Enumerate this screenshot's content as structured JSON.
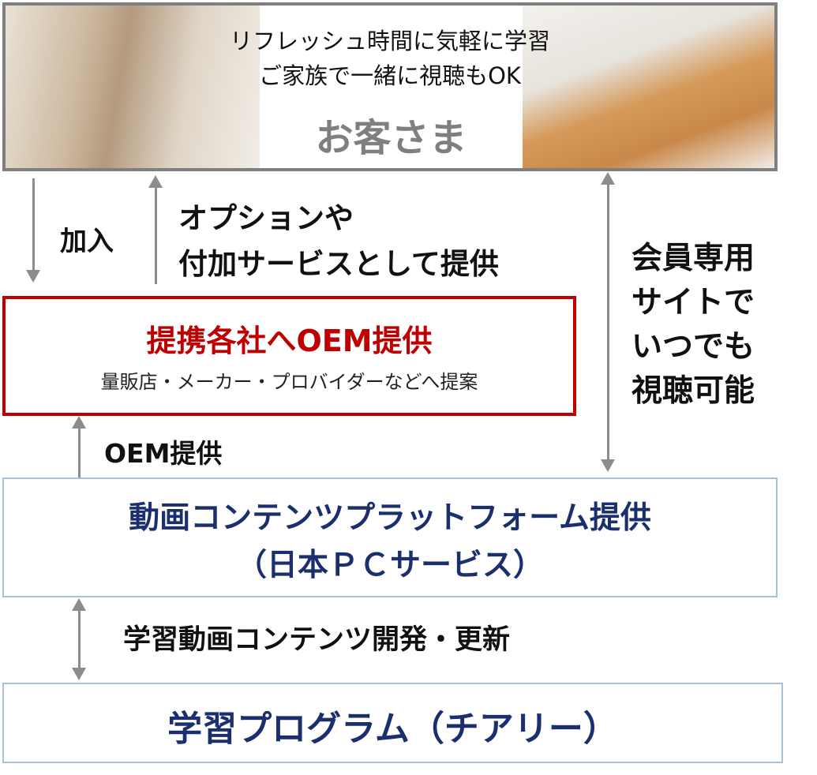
{
  "customer": {
    "line1": "リフレッシュ時間に気軽に学習",
    "line2": "ご家族で一緒に視聴もOK",
    "label": "お客さま"
  },
  "arrows": {
    "join": "加入",
    "option_line1": "オプションや",
    "option_line2": "付加サービスとして提供",
    "member_lines": [
      "会員専用",
      "サイトで",
      "いつでも",
      "視聴可能"
    ],
    "oem": "OEM提供",
    "develop": "学習動画コンテンツ開発・更新"
  },
  "partner": {
    "title": "提携各社へOEM提供",
    "subtitle": "量販店・メーカー・プロバイダーなどへ提案"
  },
  "platform": {
    "line1": "動画コンテンツプラットフォーム提供",
    "line2": "（日本ＰＣサービス）"
  },
  "program": {
    "label": "学習プログラム（チアリー）"
  },
  "colors": {
    "red": "#c00000",
    "navy": "#1b2f6e",
    "gray": "#7f7f7f"
  }
}
